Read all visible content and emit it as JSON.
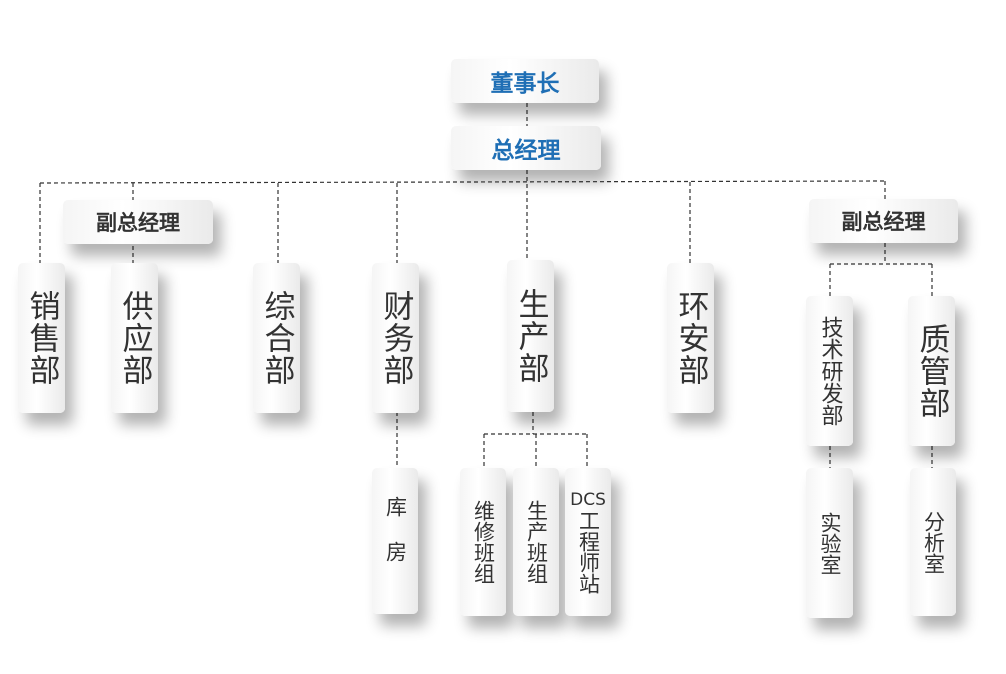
{
  "org": {
    "chairman": "董事长",
    "general_manager": "总经理",
    "deputy_gm_left": "副总经理",
    "deputy_gm_right": "副总经理",
    "departments": {
      "sales": "销售部",
      "supply": "供应部",
      "general": "综合部",
      "finance": "财务部",
      "production": "生产部",
      "env_safety": "环安部",
      "rd": "技术研发部",
      "quality": "质管部"
    },
    "subunits": {
      "warehouse": "库房",
      "maintenance": "维修班组",
      "production_team": "生产班组",
      "dcs_prefix": "DCS",
      "dcs_main": "工程师站",
      "lab": "实验室",
      "analysis": "分析室"
    }
  }
}
